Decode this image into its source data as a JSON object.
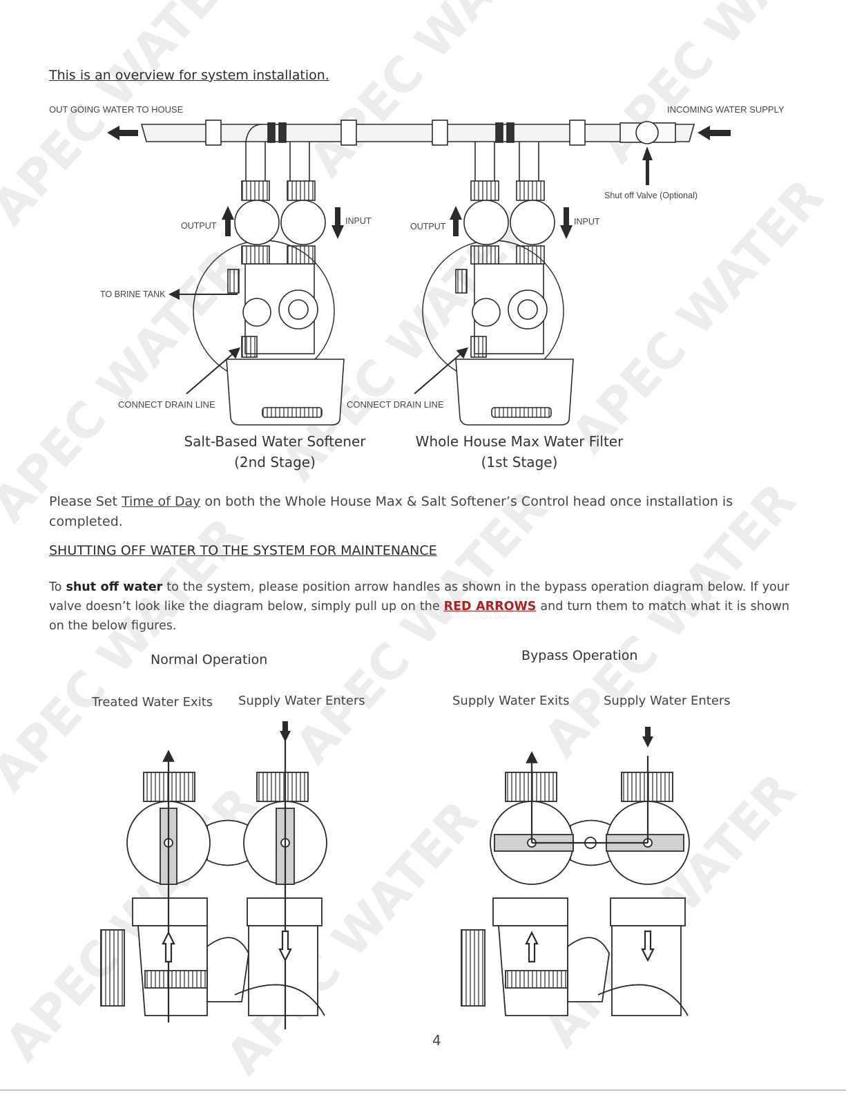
{
  "overview": {
    "title": "This is an overview for system installation.",
    "outgoing_label": "OUT GOING WATER TO HOUSE",
    "incoming_label": "INCOMING WATER SUPPLY",
    "shutoff_label": "Shut off Valve (Optional)",
    "softener": {
      "output_label": "OUTPUT",
      "input_label": "INPUT",
      "brine_label": "TO BRINE TANK",
      "drain_label": "CONNECT DRAIN LINE",
      "name": "Salt-Based Water Softener",
      "stage": "(2nd Stage)"
    },
    "filter": {
      "output_label": "OUTPUT",
      "input_label": "INPUT",
      "drain_label": "CONNECT DRAIN LINE",
      "name": "Whole House Max Water Filter",
      "stage": "(1st Stage)"
    }
  },
  "instructions": {
    "p1_before": "Please Set ",
    "p1_link": "Time of Day",
    "p1_after": " on both the Whole House Max & Salt Softener’s Control head once installation is completed.",
    "heading": "SHUTTING OFF WATER TO THE SYSTEM FOR MAINTENANCE",
    "p2_a": "To ",
    "p2_bold": "shut off water",
    "p2_b": " to the system, please position arrow handles as shown in the bypass operation diagram below. If your valve doesn’t look like the diagram below, simply pull up on the ",
    "p2_red": "RED ARROWS",
    "p2_c": " and turn them to match what it is shown on the below figures."
  },
  "normal": {
    "title": "Normal Operation",
    "left_label": "Treated Water Exits",
    "right_label": "Supply Water Enters"
  },
  "bypass": {
    "title": "Bypass Operation",
    "left_label": "Supply Water Exits",
    "right_label": "Supply Water Enters"
  },
  "watermark_text": "APEC WATER",
  "page_number": "4",
  "colors": {
    "accent_red": "#b0201f",
    "line": "#2a2a2a",
    "handle_fill": "#d0d0d0"
  }
}
